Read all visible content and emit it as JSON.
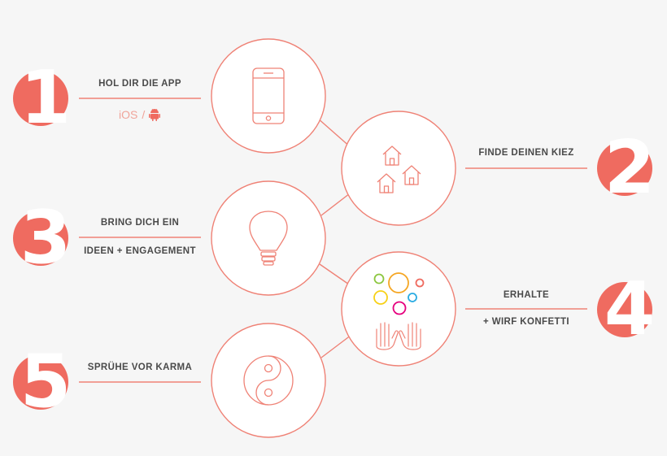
{
  "steps": [
    {
      "number": "1",
      "title": "HOL DIR DIE APP",
      "platforms": {
        "ios": "iOS",
        "divider": "/",
        "android": "android-icon"
      }
    },
    {
      "number": "2",
      "title": "FINDE DEINEN KIEZ"
    },
    {
      "number": "3",
      "title": "BRING DICH EIN",
      "subtitle": "IDEEN + ENGAGEMENT"
    },
    {
      "number": "4",
      "title": "ERHALTE",
      "subtitle": "+ WIRF KONFETTI"
    },
    {
      "number": "5",
      "title": "SPRÜHE VOR KARMA"
    }
  ],
  "icons": [
    "smartphone-icon",
    "houses-icon",
    "lightbulb-icon",
    "confetti-hands-icon",
    "yin-yang-icon"
  ],
  "colors": {
    "accent": "#ef6b60",
    "line": "#ef8276",
    "text": "#4a4a4a",
    "background": "#f6f6f6",
    "confetti": [
      "#8cc63f",
      "#f5a623",
      "#f7d117",
      "#e6007e",
      "#29abe2",
      "#ef6b60"
    ]
  }
}
